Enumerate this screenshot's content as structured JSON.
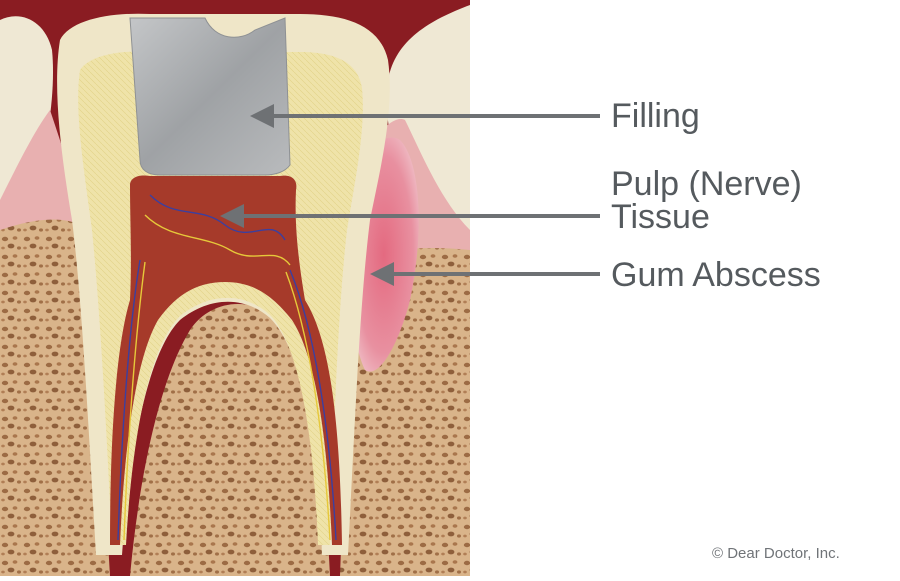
{
  "labels": {
    "filling": "Filling",
    "pulp_line1": "Pulp (Nerve)",
    "pulp_line2": "Tissue",
    "gum_abscess": "Gum Abscess"
  },
  "copyright": "© Dear Doctor, Inc.",
  "colors": {
    "label_text": "#555a5e",
    "pointer_arrow": "#6e7174",
    "gum_background": "#8a1c22",
    "enamel": "#efe6c8",
    "dentin": "#eee2a6",
    "pulp": "#a63a2a",
    "bone": "#c9a074",
    "filling_metal": "#a9abae",
    "abscess": "#d9536a"
  }
}
